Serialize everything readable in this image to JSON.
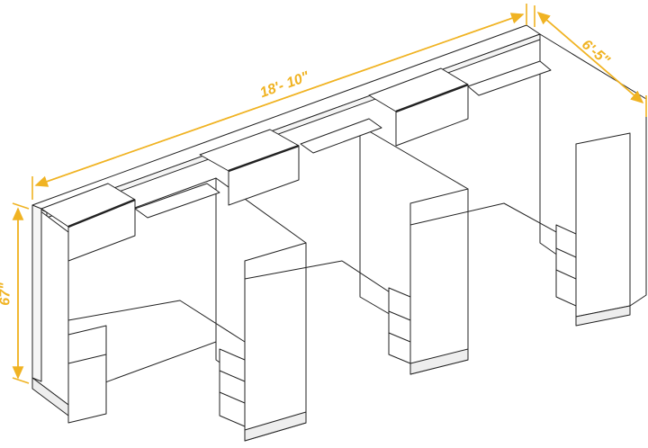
{
  "diagram": {
    "subject": "3-station cubicle workstation",
    "stations": 3,
    "colors": {
      "dimension": "#f0b323",
      "line": "#222222",
      "panel_fill": "#ffffff"
    },
    "dimensions": {
      "length": "18'- 10\"",
      "depth": "6'-5\"",
      "height": "67\""
    }
  }
}
